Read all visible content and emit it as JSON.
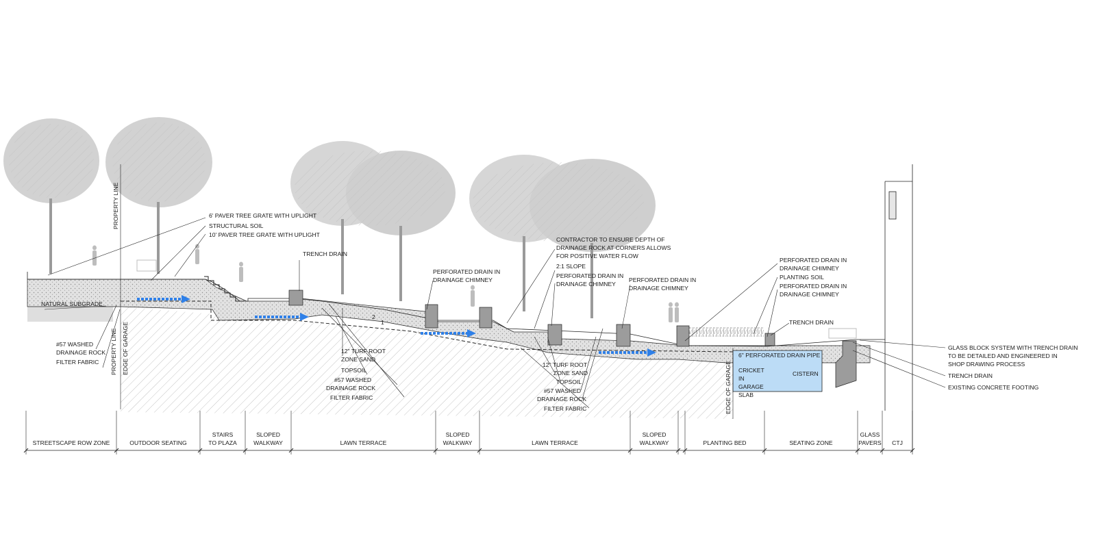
{
  "colors": {
    "linework": "#222222",
    "tree": "#b5b5b5",
    "soil": "#d9d9d9",
    "hatch": "#c4c4c4",
    "concrete": "#9a9a9a",
    "water_arrow": "#2f80e8",
    "cistern": "#bcdcf6"
  },
  "zones": [
    {
      "lines": [
        "STREETSCAPE ROW ZONE"
      ]
    },
    {
      "lines": [
        "OUTDOOR SEATING"
      ]
    },
    {
      "lines": [
        "STAIRS",
        "TO PLAZA"
      ]
    },
    {
      "lines": [
        "SLOPED",
        "WALKWAY"
      ]
    },
    {
      "lines": [
        "LAWN TERRACE"
      ]
    },
    {
      "lines": [
        "SLOPED",
        "WALKWAY"
      ]
    },
    {
      "lines": [
        "LAWN TERRACE"
      ]
    },
    {
      "lines": [
        "SLOPED",
        "WALKWAY"
      ]
    },
    {
      "lines": [
        "PLANTING BED"
      ]
    },
    {
      "lines": [
        "SEATING ZONE"
      ]
    },
    {
      "lines": [
        "GLASS",
        "PAVERS"
      ]
    },
    {
      "lines": [
        "CTJ"
      ]
    }
  ],
  "vertical_labels": {
    "property_line_top": "PROPERTY LINE",
    "property_line_bottom": "PROPERTY LINE",
    "edge_of_garage_left": "EDGE OF GARAGE",
    "edge_of_garage_right": "EDGE OF GARAGE"
  },
  "callouts": {
    "paver_grate_6": "6' PAVER TREE GRATE WITH UPLIGHT",
    "structural_soil": "STRUCTURAL SOIL",
    "paver_grate_10": "10' PAVER TREE GRATE WITH UPLIGHT",
    "natural_subgrade": "NATURAL SUBGRADE",
    "washed_rock_left": [
      "#57 WASHED",
      "DRAINAGE ROCK"
    ],
    "filter_fabric_left": "FILTER FABRIC",
    "trench_drain_1": "TRENCH DRAIN",
    "perforated_1": [
      "PERFORATED DRAIN IN",
      "DRAINAGE CHIMNEY"
    ],
    "turf_sand_1": [
      "12\" TURF ROOT",
      "ZONE SAND"
    ],
    "topsoil_1": "TOPSOIL",
    "washed_rock_1": [
      "#57 WASHED",
      "DRAINAGE ROCK"
    ],
    "filter_fabric_1": "FILTER FABRIC",
    "contractor_note": [
      "CONTRACTOR TO ENSURE DEPTH OF",
      "DRAINAGE ROCK AT CORNERS ALLOWS",
      "FOR POSITIVE WATER FLOW"
    ],
    "slope": "2:1 SLOPE",
    "perforated_2": [
      "PERFORATED DRAIN IN",
      "DRAINAGE CHIMNEY"
    ],
    "perforated_3": [
      "PERFORATED DRAIN IN",
      "DRAINAGE CHIMNEY"
    ],
    "turf_sand_2": [
      "12\" TURF ROOT",
      "ZONE SAND"
    ],
    "topsoil_2": "TOPSOIL",
    "washed_rock_2": [
      "#57 WASHED",
      "DRAINAGE ROCK"
    ],
    "filter_fabric_2": "FILTER FABRIC",
    "perforated_4": [
      "PERFORATED DRAIN IN",
      "DRAINAGE CHIMNEY"
    ],
    "planting_soil": "PLANTING SOIL",
    "perforated_5": [
      "PERFORATED DRAIN IN",
      "DRAINAGE CHIMNEY"
    ],
    "trench_drain_2": "TRENCH DRAIN",
    "drain_pipe": "6\" PERFORATED DRAIN PIPE",
    "cricket": [
      "CRICKET",
      "IN",
      "GARAGE",
      "SLAB"
    ],
    "cistern": "CISTERN",
    "slope_mark": "2",
    "slope_mark_run": "1",
    "glass_block": [
      "GLASS BLOCK SYSTEM WITH TRENCH DRAIN",
      "TO BE DETAILED AND ENGINEERED IN",
      "SHOP DRAWING PROCESS"
    ],
    "trench_drain_3": "TRENCH DRAIN",
    "footing": "EXISTING CONCRETE FOOTING"
  }
}
